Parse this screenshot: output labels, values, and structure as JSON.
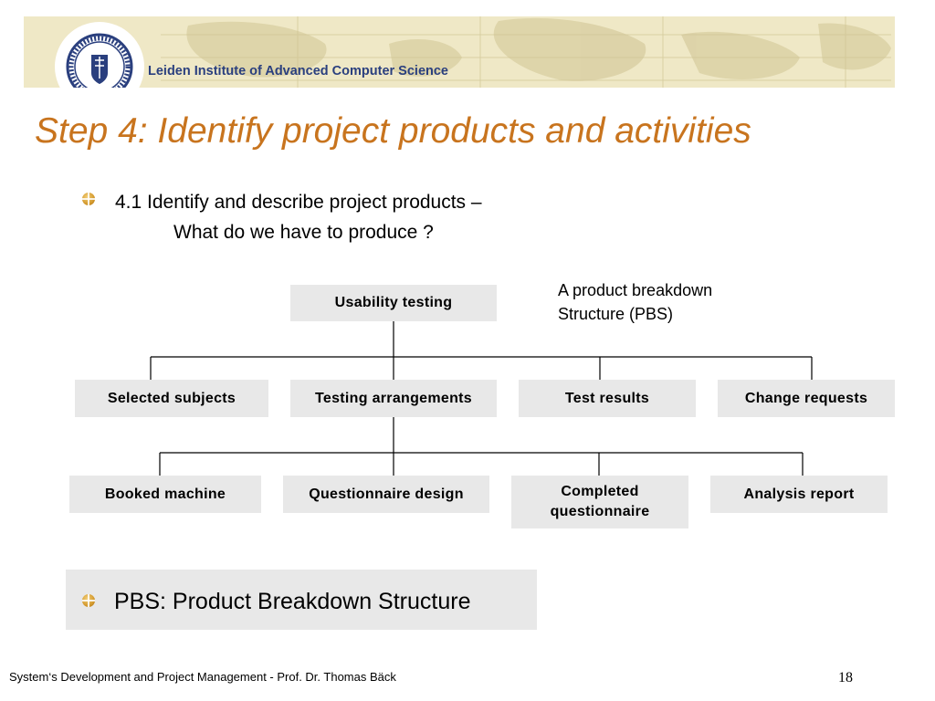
{
  "header": {
    "institute": "Leiden Institute of Advanced Computer Science"
  },
  "slide": {
    "title": "Step 4: Identify project products and activities",
    "bullet1_line1": "4.1 Identify and describe project products –",
    "bullet1_line2": "What do we have to produce ?",
    "pbs_caption_line1": "A product breakdown",
    "pbs_caption_line2": "Structure (PBS)",
    "bullet2": "PBS: Product Breakdown Structure"
  },
  "diagram": {
    "root": "Usability testing",
    "level1": [
      "Selected subjects",
      "Testing arrangements",
      "Test results",
      "Change requests"
    ],
    "level2": [
      "Booked machine",
      "Questionnaire design",
      "Completed questionnaire",
      "Analysis report"
    ]
  },
  "colors": {
    "title": "#c8741e",
    "institute": "#2a3f7e",
    "node_fill": "#e8e8e8",
    "banner": "#efe8c6"
  },
  "footer": {
    "text": "System‘s Development and Project Management - Prof. Dr. Thomas Bäck",
    "page_number": "18"
  }
}
